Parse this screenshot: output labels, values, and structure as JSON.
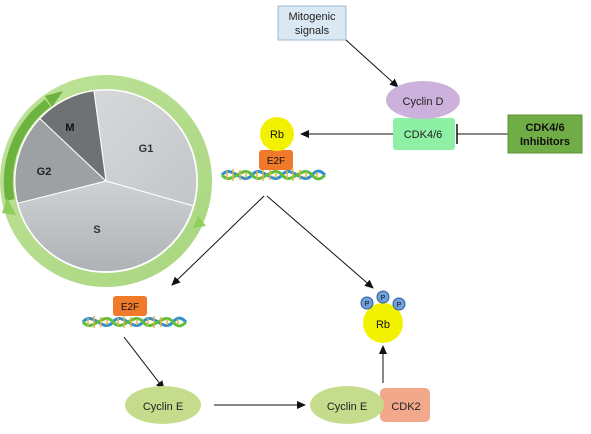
{
  "cell_cycle": {
    "phases": {
      "g1": "G1",
      "s": "S",
      "g2": "G2",
      "m": "M"
    }
  },
  "nodes": {
    "mitogenic_signals": {
      "line1": "Mitogenic",
      "line2": "signals"
    },
    "cyclin_d": "Cyclin D",
    "cdk46": "CDK4/6",
    "cdk46_inhibitors": {
      "line1": "CDK4/6",
      "line2": "Inhibitors"
    },
    "rb_top": "Rb",
    "e2f_top": "E2F",
    "e2f_left": "E2F",
    "rb_phospho": "Rb",
    "phosphate": "P",
    "cyclin_e_left": "Cyclin E",
    "cyclin_e_right": "Cyclin E",
    "cdk2": "CDK2"
  },
  "colors": {
    "mitogenic_fill": "#dae8f4",
    "cyclin_d_fill": "#cdb1dd",
    "cdk46_fill": "#8ef0a4",
    "inhibitor_fill": "#70ad47",
    "rb_fill": "#f2f200",
    "e2f_fill": "#f07a2a",
    "cyclin_e_fill": "#c5dc8c",
    "cdk2_fill": "#f2a98b",
    "phosphate_fill": "#6f9fd8",
    "ring_fill": "#b7e08f",
    "arrow_green": "#7ac143"
  }
}
